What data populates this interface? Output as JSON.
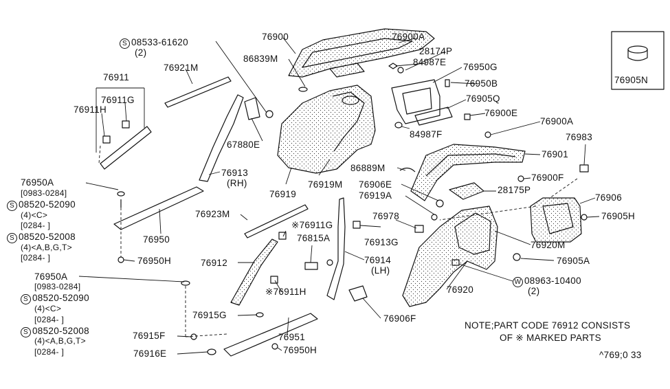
{
  "labels": {
    "l76900": "76900",
    "l76900A_top": "76900A",
    "l28174P": "28174P",
    "l84987E": "84987E",
    "l76950G": "76950G",
    "l76950B": "76950B",
    "l76905Q": "76905Q",
    "l76900E": "76900E",
    "l84987F": "84987F",
    "l76900A_mid": "76900A",
    "l76901": "76901",
    "l76983": "76983",
    "l86889M": "86889M",
    "l76900F": "76900F",
    "l76906E": "76906E",
    "l28175P": "28175P",
    "l76919A": "76919A",
    "l76906": "76906",
    "l76978": "76978",
    "l76905H_r": "76905H",
    "l76913G": "76913G",
    "l76920M": "76920M",
    "l76905A": "76905A",
    "l76914": "76914",
    "l76914_lh": "(LH)",
    "l76920": "76920",
    "l76906F": "76906F",
    "l86839M": "86839M",
    "l08533": "08533-61620",
    "l08533_qty": "(2)",
    "l76921M": "76921M",
    "l76911": "76911",
    "l76911G_top": "76911G",
    "l76911H_top": "76911H",
    "l67880E": "67880E",
    "l76913": "76913",
    "l76913_rh": "(RH)",
    "l76919": "76919",
    "l76919M": "76919M",
    "l76950A_1": "76950A",
    "l76950A_1_date": "[0983-0284]",
    "l08520_52090_1": "08520-52090",
    "l08520_52090_1_q": "(4)<C>",
    "l08520_52090_1_d": "[0284-      ]",
    "l08520_52008_1": "08520-52008",
    "l08520_52008_1_q": "(4)<A,B,G,T>",
    "l08520_52008_1_d": "[0284-      ]",
    "l76950": "76950",
    "l76950H_l": "76950H",
    "l76923M": "76923M",
    "l76911G_mid": "76911G",
    "l76815A": "76815A",
    "l76912": "76912",
    "l76911H_mid": "76911H",
    "l76950A_2": "76950A",
    "l76950A_2_date": "[0983-0284]",
    "l08520_52090_2": "08520-52090",
    "l08520_52090_2_q": "(4)<C>",
    "l08520_52090_2_d": "[0284-      ]",
    "l08520_52008_2": "08520-52008",
    "l08520_52008_2_q": "(4)<A,B,G,T>",
    "l08520_52008_2_d": "[0284-      ]",
    "l76915G": "76915G",
    "l76915F": "76915F",
    "l76916E": "76916E",
    "l76951": "76951",
    "l76950H_b": "76950H",
    "l08963": "08963-10400",
    "l08963_qty": "(2)",
    "l76905N": "76905N",
    "note_line1": "NOTE;PART CODE 76912 CONSISTS",
    "note_line2": "OF ※ MARKED PARTS",
    "fig_code": "^769;0 33"
  },
  "symbols": {
    "screw": "S",
    "washer": "W",
    "mark": "※"
  },
  "colors": {
    "ink": "#111111",
    "background": "#ffffff"
  }
}
